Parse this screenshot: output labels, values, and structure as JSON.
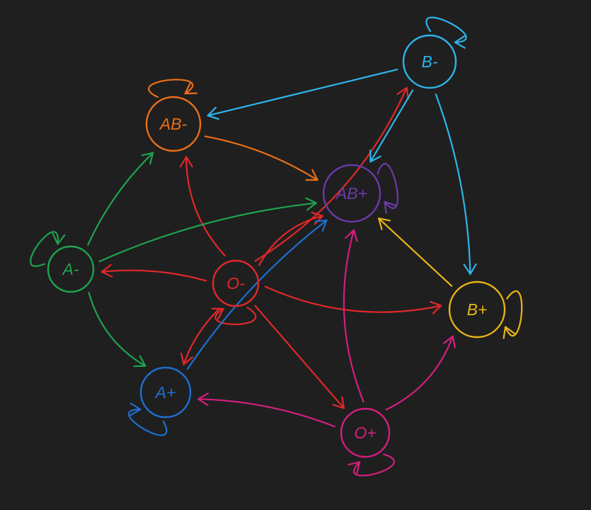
{
  "diagram": {
    "colors": {
      "background": "#1f1f1f",
      "O-": "#e0282b",
      "O+": "#d21f7e",
      "A-": "#1ea34f",
      "A+": "#1d6fd1",
      "B-": "#2eb4ea",
      "B+": "#e8b516",
      "AB-": "#ec6f16",
      "AB+": "#6a3aa8"
    },
    "nodes": [
      {
        "id": "AB-",
        "label": "AB-"
      },
      {
        "id": "B-",
        "label": "B-"
      },
      {
        "id": "AB+",
        "label": "AB+"
      },
      {
        "id": "A-",
        "label": "A-"
      },
      {
        "id": "O-",
        "label": "O-"
      },
      {
        "id": "B+",
        "label": "B+"
      },
      {
        "id": "A+",
        "label": "A+"
      },
      {
        "id": "O+",
        "label": "O+"
      }
    ],
    "edges": [
      {
        "from": "O-",
        "to": "O-"
      },
      {
        "from": "O-",
        "to": "A-"
      },
      {
        "from": "O-",
        "to": "AB-"
      },
      {
        "from": "O-",
        "to": "B-"
      },
      {
        "from": "O-",
        "to": "AB+"
      },
      {
        "from": "O-",
        "to": "B+"
      },
      {
        "from": "O-",
        "to": "A+"
      },
      {
        "from": "O-",
        "to": "O+"
      },
      {
        "from": "O+",
        "to": "O+"
      },
      {
        "from": "O+",
        "to": "A+"
      },
      {
        "from": "O+",
        "to": "B+"
      },
      {
        "from": "O+",
        "to": "AB+"
      },
      {
        "from": "A-",
        "to": "A-"
      },
      {
        "from": "A-",
        "to": "AB-"
      },
      {
        "from": "A-",
        "to": "AB+"
      },
      {
        "from": "A-",
        "to": "A+"
      },
      {
        "from": "A+",
        "to": "A+"
      },
      {
        "from": "A+",
        "to": "AB+"
      },
      {
        "from": "B-",
        "to": "B-"
      },
      {
        "from": "B-",
        "to": "AB-"
      },
      {
        "from": "B-",
        "to": "AB+"
      },
      {
        "from": "B-",
        "to": "B+"
      },
      {
        "from": "B+",
        "to": "B+"
      },
      {
        "from": "B+",
        "to": "AB+"
      },
      {
        "from": "AB-",
        "to": "AB-"
      },
      {
        "from": "AB-",
        "to": "AB+"
      },
      {
        "from": "AB+",
        "to": "AB+"
      }
    ]
  }
}
